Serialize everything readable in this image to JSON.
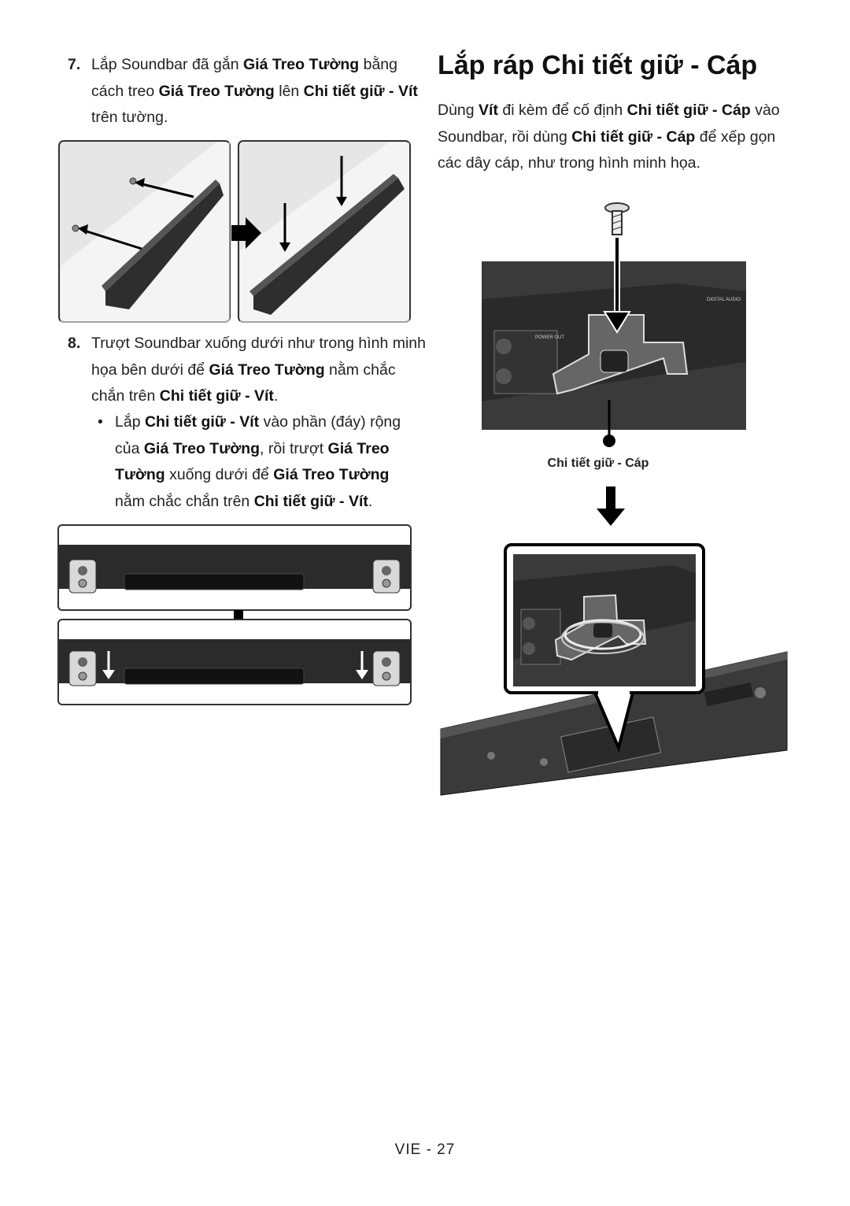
{
  "step7": {
    "number": "7.",
    "t1": "Lắp Soundbar đã gắn ",
    "b1": "Giá Treo Tường",
    "t2": " bằng cách treo ",
    "b2": "Giá Treo Tường",
    "t3": " lên ",
    "b3": "Chi tiết giữ - Vít",
    "t4": " trên tường."
  },
  "step8": {
    "number": "8.",
    "t1": "Trượt Soundbar xuống dưới như trong hình minh họa bên dưới để ",
    "b1": "Giá Treo Tường",
    "t2": " nằm chắc chắn trên ",
    "b2": "Chi tiết giữ - Vít",
    "t3": "."
  },
  "bullet": {
    "symbol": "•",
    "t1": "Lắp ",
    "b1": "Chi tiết giữ - Vít",
    "t2": " vào phần (đáy) rộng của ",
    "b2": "Giá Treo Tường",
    "t3": ", rồi trượt ",
    "b3": "Giá Treo Tường",
    "t4": " xuống dưới để ",
    "b4": "Giá Treo Tường",
    "t5": " nằm chắc chắn trên ",
    "b5": "Chi tiết giữ - Vít",
    "t6": "."
  },
  "section": {
    "heading": "Lắp ráp Chi tiết giữ - Cáp",
    "t1": "Dùng ",
    "b1": "Vít",
    "t2": " đi kèm để cố định ",
    "b2": "Chi tiết giữ - Cáp",
    "t3": " vào Soundbar, rồi dùng ",
    "b3": "Chi tiết giữ - Cáp",
    "t4": " để xếp gọn các dây cáp, như trong hình minh họa."
  },
  "figure_caption": "Chi tiết giữ - Cáp",
  "panel_labels": {
    "power_out": "POWER OUT",
    "digital_audio": "DIGITAL AUDIO"
  },
  "page_number": "VIE - 27"
}
